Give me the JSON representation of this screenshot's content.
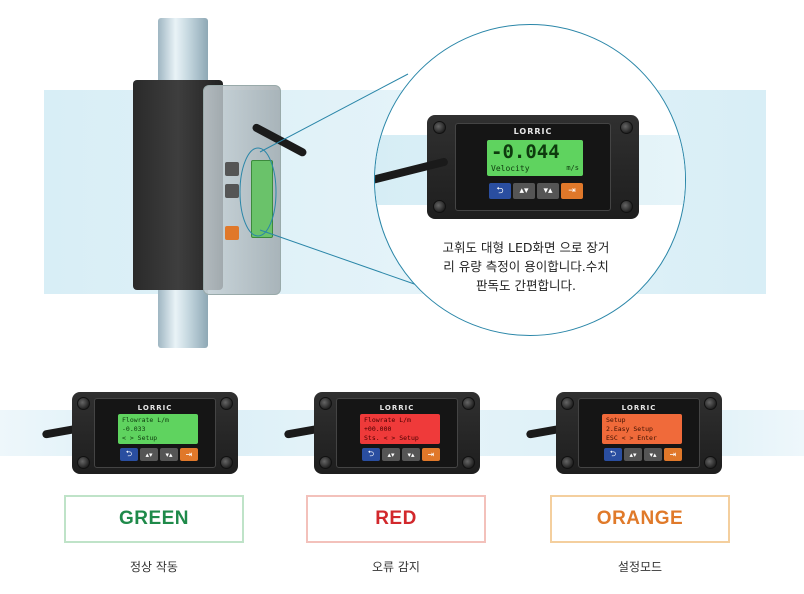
{
  "zoom": {
    "brand": "LORRIC",
    "value": "-0.044",
    "label": "Velocity",
    "unit": "m/s"
  },
  "caption": {
    "line1": "고휘도 대형 LED화면 으로 장거",
    "line2": "리 유량 측정이 용이합니다.수치",
    "line3": "판독도 간편합니다."
  },
  "meters": [
    {
      "brand": "LORRIC",
      "lcd_color": "#5fd35f",
      "text_color": "#0e3b0e",
      "lines": [
        "Flowrate    L/m",
        "         -0.033",
        "      <   > Setup"
      ]
    },
    {
      "brand": "LORRIC",
      "lcd_color": "#ef3a3a",
      "text_color": "#4a0000",
      "lines": [
        "Flowrate    L/m",
        "        +00.000",
        "Sts.  <   > Setup"
      ]
    },
    {
      "brand": "LORRIC",
      "lcd_color": "#f06a3a",
      "text_color": "#3d1000",
      "lines": [
        "Setup",
        "2.Easy Setup",
        "ESC  <   > Enter"
      ]
    }
  ],
  "modes": [
    {
      "label": "GREEN",
      "desc": "정상 작동",
      "color": "#1f8a4a",
      "border": "#bfe3c8"
    },
    {
      "label": "RED",
      "desc": "오류 감지",
      "color": "#d2282c",
      "border": "#f3c1bb"
    },
    {
      "label": "ORANGE",
      "desc": "설정모드",
      "color": "#e07a2a",
      "border": "#f4cf9e"
    }
  ],
  "icons": {
    "back": "return-arrow-icon",
    "up": "up-down-icon",
    "down": "down-up-icon",
    "enter": "enter-icon"
  }
}
